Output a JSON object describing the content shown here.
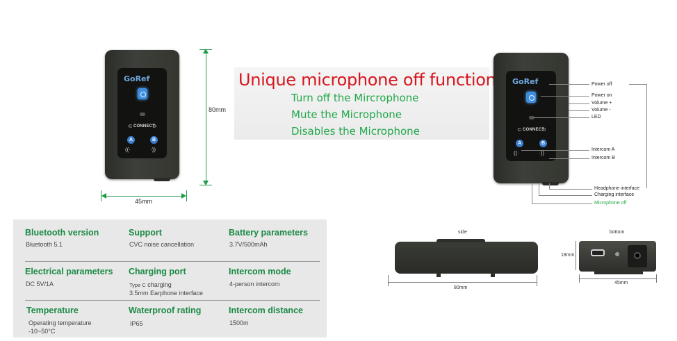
{
  "device": {
    "brand": "GoRef",
    "connect_label": "CONNECT",
    "button_a": "A",
    "button_b": "B",
    "icons": [
      "power-icon",
      "led-indicator",
      "wave-icon"
    ]
  },
  "dimensions": {
    "height": "80mm",
    "width": "45mm"
  },
  "headline": {
    "title": "Unique microphone off function",
    "features": [
      "Turn off the Mircrophone",
      "Mute the Microphone",
      "Disables the Microphone"
    ]
  },
  "callouts": {
    "power_off": "Power off",
    "power_on": "Power on",
    "volume_up": "Volume +",
    "volume_down": "Volume -",
    "led": "LED",
    "intercom_a": "Intercom A",
    "intercom_b": "Intercom B",
    "headphone": "Headphone interface",
    "charging": "Charging interface",
    "mic_off": "Microphone off"
  },
  "specs": [
    {
      "title": "Bluetooth version",
      "value": "Bluetooth 5.1"
    },
    {
      "title": "Support",
      "value": "CVC noise cancellation"
    },
    {
      "title": "Battery parameters",
      "value": "3.7V/500mAh"
    },
    {
      "title": "Electrical parameters",
      "value": "DC 5V/1A"
    },
    {
      "title": "Charging port",
      "value_prefix": "Type C",
      "value": " charging",
      "value2": "3.5mm  Earphone interface"
    },
    {
      "title": "Intercom mode",
      "value": "4-person intercom"
    },
    {
      "title": "Temperature",
      "value": "Operating temperature",
      "value2": "-10~50°C"
    },
    {
      "title": "Waterproof rating",
      "value": "IP65"
    },
    {
      "title": "Intercom distance",
      "value": "1500m"
    }
  ],
  "views": {
    "side_label": "side",
    "side_length": "80mm",
    "bottom_label": "bottom",
    "bottom_height": "18mm",
    "bottom_width": "45mm"
  },
  "colors": {
    "accent_green": "#21a84a",
    "headline_red": "#d7161f",
    "button_blue": "#3e8ee0"
  }
}
